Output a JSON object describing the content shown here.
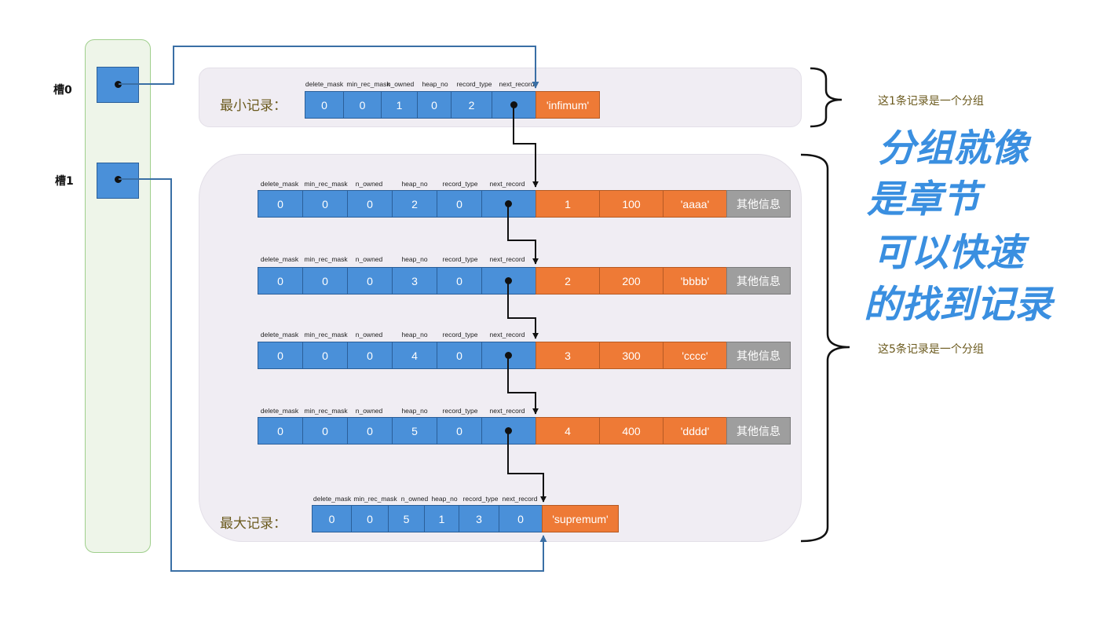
{
  "slots": [
    {
      "label": "槽0"
    },
    {
      "label": "槽1"
    }
  ],
  "headers": {
    "delete_mask": "delete_mask",
    "min_rec_mask": "min_rec_mask",
    "n_owned": "n_owned",
    "heap_no": "heap_no",
    "record_type": "record_type",
    "next_record": "next_record"
  },
  "infimum": {
    "label": "最小记录：",
    "values": [
      "0",
      "0",
      "1",
      "0",
      "2"
    ],
    "name": "'infimum'"
  },
  "records": [
    {
      "values": [
        "0",
        "0",
        "0",
        "2",
        "0"
      ],
      "data": [
        "1",
        "100",
        "'aaaa'"
      ],
      "other": "其他信息"
    },
    {
      "values": [
        "0",
        "0",
        "0",
        "3",
        "0"
      ],
      "data": [
        "2",
        "200",
        "'bbbb'"
      ],
      "other": "其他信息"
    },
    {
      "values": [
        "0",
        "0",
        "0",
        "4",
        "0"
      ],
      "data": [
        "3",
        "300",
        "'cccc'"
      ],
      "other": "其他信息"
    },
    {
      "values": [
        "0",
        "0",
        "0",
        "5",
        "0"
      ],
      "data": [
        "4",
        "400",
        "'dddd'"
      ],
      "other": "其他信息"
    }
  ],
  "supremum": {
    "label": "最大记录：",
    "values": [
      "0",
      "0",
      "5",
      "1",
      "3",
      "0"
    ],
    "name": "'supremum'"
  },
  "notes": {
    "group1": "这1条记录是一个分组",
    "group2": "这5条记录是一个分组"
  },
  "handwriting": [
    "分组就像",
    "是章节",
    "可以快速",
    "的找到记录"
  ],
  "colors": {
    "field_blue": "#4a90d9",
    "field_orange": "#ee7a36",
    "field_gray": "#9e9e9e",
    "handwriting": "#3a8fe0",
    "note_text": "#6b5a1e"
  }
}
